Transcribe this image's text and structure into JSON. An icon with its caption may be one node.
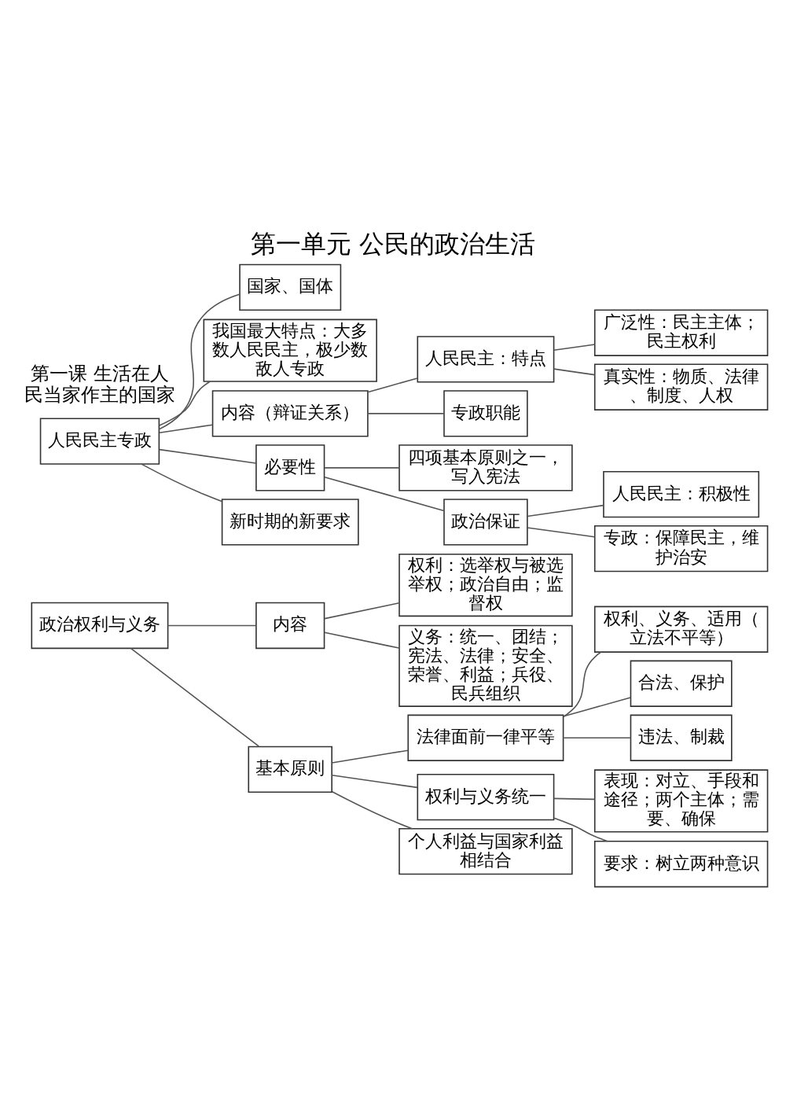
{
  "diagram": {
    "title": "第一单元 公民的政治生活",
    "nodes": [
      {
        "text": [
          "人民民主专政"
        ]
      },
      {
        "text": [
          "国家、国体"
        ]
      },
      {
        "text": [
          "我国最大特点：大多数人民民主，极少数敌人专政"
        ]
      },
      {
        "text": [
          "内容（辩证关系）"
        ]
      },
      {
        "text": [
          "人民民主：特点"
        ]
      },
      {
        "text": [
          "广泛性：民主主体；民主权利"
        ]
      },
      {
        "text": [
          "真实性：物质、法律、制度、人权"
        ]
      },
      {
        "text": [
          "专政职能"
        ]
      },
      {
        "text": [
          "必要性"
        ]
      },
      {
        "text": [
          "四项基本原则之一，写入宪法"
        ]
      },
      {
        "text": [
          "政治保证"
        ]
      },
      {
        "text": [
          "人民民主：积极性"
        ]
      },
      {
        "text": [
          "专政：保障民主，维护治安"
        ]
      },
      {
        "text": [
          "新时期的新要求"
        ]
      },
      {
        "text": [
          "政治权利与义务"
        ]
      },
      {
        "text": [
          "内容"
        ]
      },
      {
        "text": [
          "权利：选举权与被选举权；政治自由；监督权"
        ]
      },
      {
        "text": [
          "义务：统一、团结；宪法、法律；安全、荣誉、利益；兵役、民兵组织"
        ]
      },
      {
        "text": [
          "基本原则"
        ]
      },
      {
        "text": [
          "法律面前一律平等"
        ]
      },
      {
        "text": [
          "权利、义务、适用（立法不平等）"
        ]
      },
      {
        "text": [
          "合法、保护"
        ]
      },
      {
        "text": [
          "违法、制裁"
        ]
      },
      {
        "text": [
          "权利与义务统一"
        ]
      },
      {
        "text": [
          "表现：对立、手段和途径；两个主体；需要、确保"
        ]
      },
      {
        "text": [
          "要求：树立两种意识"
        ]
      },
      {
        "text": [
          "个人利益与国家利益相结合"
        ]
      }
    ],
    "edges": [
      {
        "from": 0,
        "to": 1,
        "arrow": "none"
      },
      {
        "from": 0,
        "to": 2,
        "arrow": "none"
      },
      {
        "from": 0,
        "to": 3,
        "arrow": "none"
      },
      {
        "from": 0,
        "to": 8,
        "arrow": "none"
      },
      {
        "from": 0,
        "to": 13,
        "arrow": "none"
      },
      {
        "from": 3,
        "to": 4,
        "arrow": "none"
      },
      {
        "from": 3,
        "to": 7,
        "arrow": "none"
      },
      {
        "from": 4,
        "to": 5,
        "arrow": "none"
      },
      {
        "from": 4,
        "to": 6,
        "arrow": "none"
      },
      {
        "from": 8,
        "to": 9,
        "arrow": "none"
      },
      {
        "from": 8,
        "to": 10,
        "arrow": "none"
      },
      {
        "from": 10,
        "to": 11,
        "arrow": "none"
      },
      {
        "from": 10,
        "to": 12,
        "arrow": "none"
      },
      {
        "from": 14,
        "to": 15,
        "arrow": "none"
      },
      {
        "from": 14,
        "to": 18,
        "arrow": "none"
      },
      {
        "from": 15,
        "to": 16,
        "arrow": "none"
      },
      {
        "from": 15,
        "to": 17,
        "arrow": "none"
      },
      {
        "from": 18,
        "to": 19,
        "arrow": "none"
      },
      {
        "from": 18,
        "to": 23,
        "arrow": "none"
      },
      {
        "from": 18,
        "to": 26,
        "arrow": "none"
      },
      {
        "from": 19,
        "to": 20,
        "arrow": "none"
      },
      {
        "from": 19,
        "to": 21,
        "arrow": "none"
      },
      {
        "from": 19,
        "to": 22,
        "arrow": "none"
      },
      {
        "from": 23,
        "to": 24,
        "arrow": "none"
      },
      {
        "from": 23,
        "to": 25,
        "arrow": "none"
      }
    ],
    "labels": [
      "第一课 生活在人民当家作主的国家"
    ]
  }
}
